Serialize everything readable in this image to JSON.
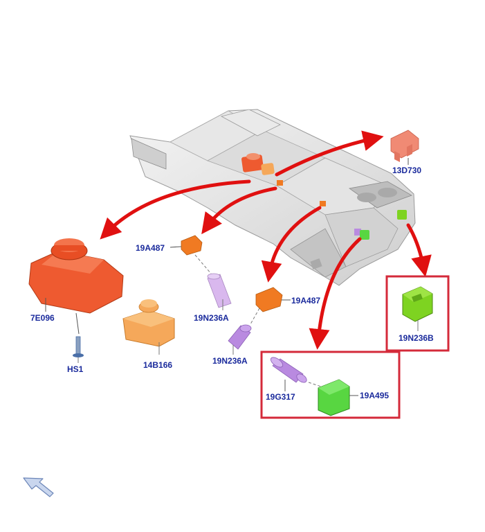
{
  "diagram": {
    "parts": [
      {
        "code": "13D730",
        "color": "#f08a74"
      },
      {
        "code": "19A487",
        "color": "#f07a22"
      },
      {
        "code": "19A487",
        "color": "#f07a22"
      },
      {
        "code": "19N236A",
        "color": "#d9b8ee"
      },
      {
        "code": "19N236A",
        "color": "#b98ae0"
      },
      {
        "code": "7E096",
        "color": "#ee5a30"
      },
      {
        "code": "HS1",
        "color": "#4a6fa8"
      },
      {
        "code": "14B166",
        "color": "#f5a85a"
      },
      {
        "code": "19N236B",
        "color": "#7ed321"
      },
      {
        "code": "19G317",
        "color": "#b98ae0"
      },
      {
        "code": "19A495",
        "color": "#58d641"
      }
    ],
    "arrow_color": "#e01010",
    "highlight_box_color": "#d42a3a"
  }
}
